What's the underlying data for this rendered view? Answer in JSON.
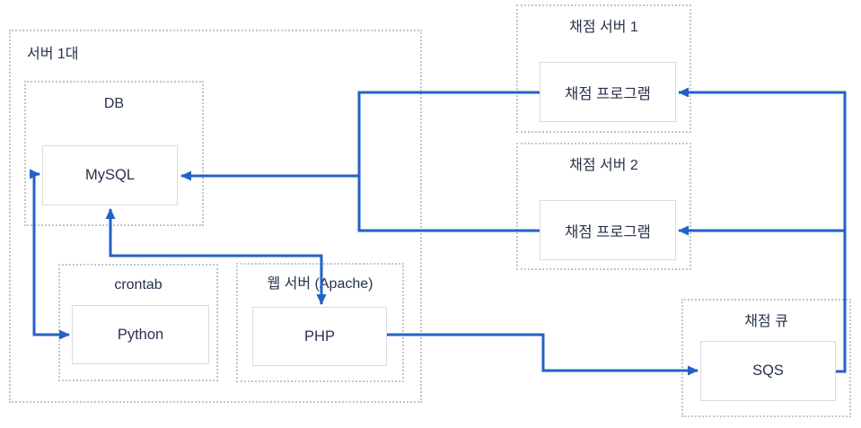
{
  "diagram": {
    "colors": {
      "arrow": "#2262c6",
      "group_border": "#c3c6ca",
      "node_border": "#d8dbde",
      "text": "#27334a",
      "background": "#ffffff"
    },
    "groups": {
      "server": {
        "label": "서버 1대"
      },
      "db": {
        "label": "DB"
      },
      "crontab": {
        "label": "crontab"
      },
      "web": {
        "label": "웹 서버 (Apache)"
      },
      "grader1": {
        "label": "채점 서버 1"
      },
      "grader2": {
        "label": "채점 서버 2"
      },
      "queue": {
        "label": "채점 큐"
      }
    },
    "nodes": {
      "mysql": {
        "label": "MySQL"
      },
      "python": {
        "label": "Python"
      },
      "php": {
        "label": "PHP"
      },
      "grader_program_1": {
        "label": "채점 프로그램"
      },
      "grader_program_2": {
        "label": "채점 프로그램"
      },
      "sqs": {
        "label": "SQS"
      }
    },
    "edges": [
      {
        "from": "grader_program_1",
        "to": "mysql"
      },
      {
        "from": "grader_program_2",
        "to": "mysql"
      },
      {
        "from": "mysql",
        "to": "python",
        "bidirectional": true
      },
      {
        "from": "mysql",
        "to": "php",
        "bidirectional": true
      },
      {
        "from": "php",
        "to": "sqs"
      },
      {
        "from": "sqs",
        "to": "grader_program_1"
      },
      {
        "from": "sqs",
        "to": "grader_program_2"
      }
    ]
  }
}
